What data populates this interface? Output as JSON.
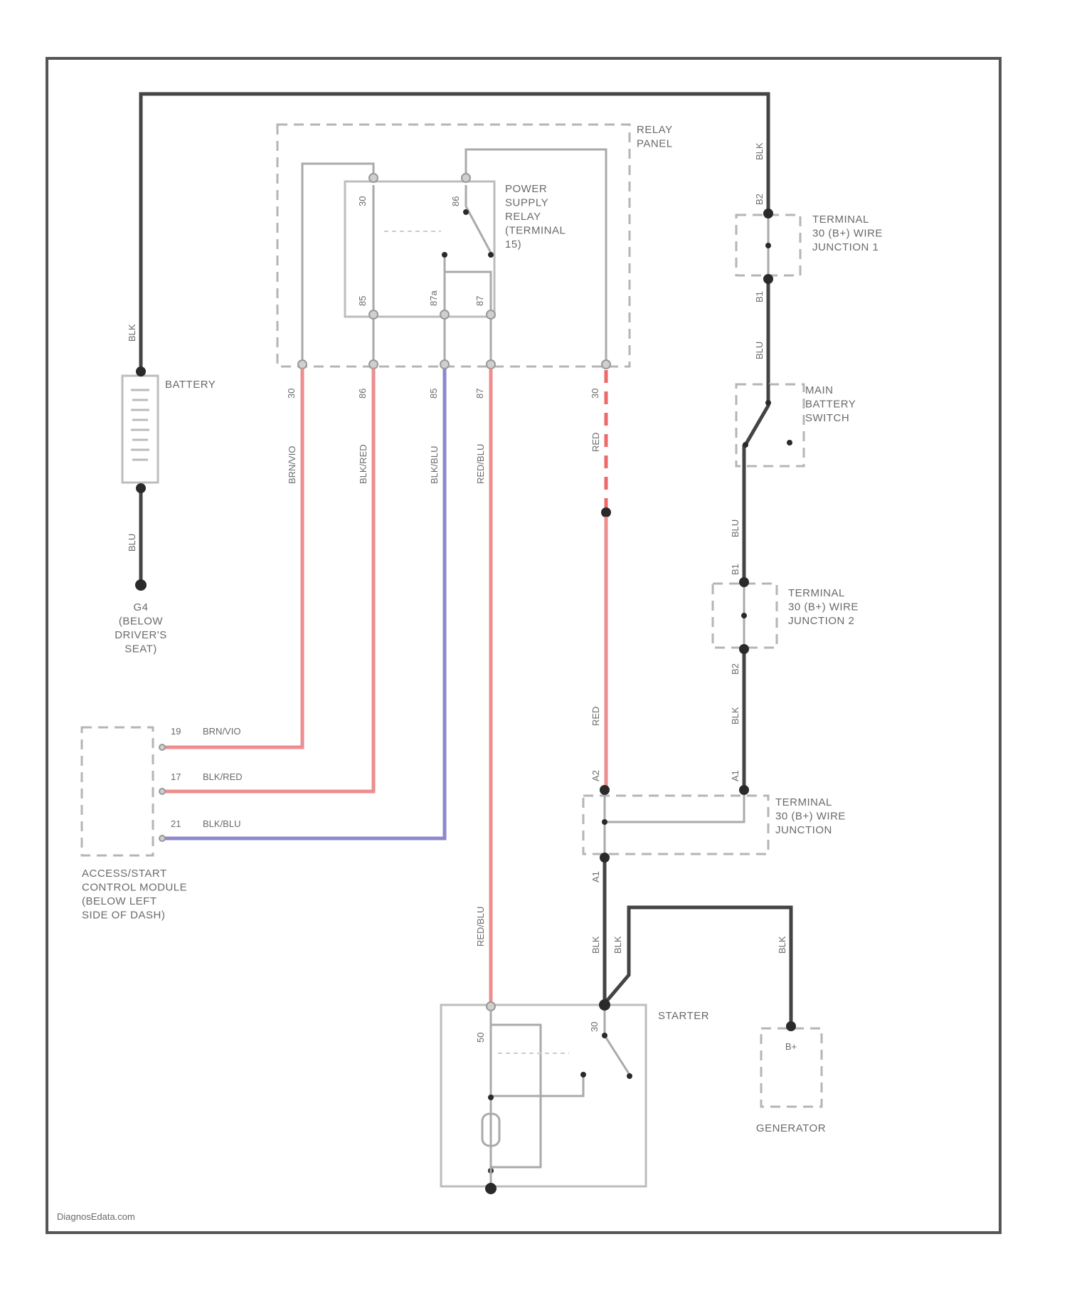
{
  "diagram": {
    "relay_panel": "RELAY\nPANEL",
    "power_supply_relay": "POWER\nSUPPLY\nRELAY\n(TERMINAL\n15)",
    "battery": "BATTERY",
    "ground_label": "G4\n(BELOW\nDRIVER'S\nSEAT)",
    "terminal_junction_1": "TERMINAL\n30 (B+) WIRE\nJUNCTION 1",
    "main_battery_switch": "MAIN\nBATTERY\nSWITCH",
    "terminal_junction_2": "TERMINAL\n30 (B+) WIRE\nJUNCTION 2",
    "terminal_junction": "TERMINAL\n30 (B+) WIRE\nJUNCTION",
    "access_module": "ACCESS/START\nCONTROL MODULE\n(BELOW LEFT\nSIDE OF DASH)",
    "starter": "STARTER",
    "generator": "GENERATOR",
    "watermark": "DiagnosEdata.com"
  },
  "wire_labels": {
    "blk": "BLK",
    "red": "RED",
    "brn_vio": "BRN/VIO",
    "blk_red": "BLK/RED",
    "blk_blu": "BLK/BLU",
    "red_blu": "RED/BLU",
    "blu": "BLU"
  },
  "module_pins": [
    {
      "pin": "19",
      "color": "BRN/VIO"
    },
    {
      "pin": "17",
      "color": "BLK/RED"
    },
    {
      "pin": "21",
      "color": "BLK/BLU"
    }
  ],
  "pins": {
    "r30": "30",
    "r86": "86",
    "r87a": "87a",
    "r87": "87",
    "r85": "85",
    "c_b2": "B2",
    "c_b1": "B1",
    "c_a2": "A2",
    "c_a1": "A1",
    "c_b1b": "B1",
    "c_b2b": "B2",
    "c_a1b": "A1",
    "c_a2b": "A2",
    "rp1": "30",
    "rp2": "86",
    "rp3": "85",
    "rp4": "87",
    "rp5": "30",
    "s50": "50",
    "s30": "30",
    "gb": "B+"
  },
  "colors": {
    "gray_wire": "#444444",
    "red_wire": "#ee8d8d",
    "blue_wire": "#8d88cc",
    "dashed_box": "#b5b5b5"
  }
}
